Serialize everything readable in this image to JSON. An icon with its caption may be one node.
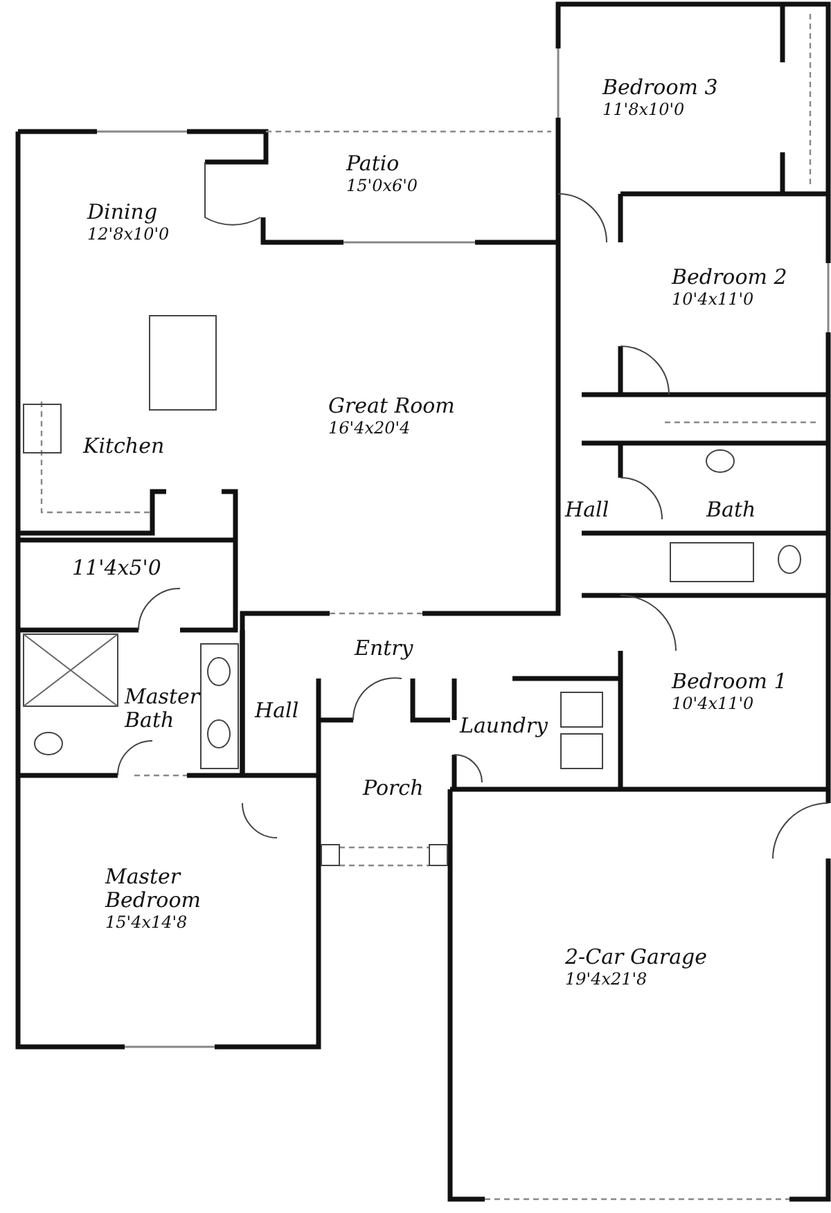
{
  "diagram": {
    "nodes": [
      {
        "text": [
          "Bedroom 3",
          "11'8x10'0"
        ]
      },
      {
        "text": [
          "Patio",
          "15'0x6'0"
        ]
      },
      {
        "text": [
          "Dining",
          "12'8x10'0"
        ]
      },
      {
        "text": [
          "Bedroom 2",
          "10'4x11'0"
        ]
      },
      {
        "text": [
          "Great Room",
          "16'4x20'4"
        ]
      },
      {
        "text": [
          "Kitchen"
        ]
      },
      {
        "text": [
          "Hall"
        ]
      },
      {
        "text": [
          "Bath"
        ]
      },
      {
        "text": [
          "11'4x5'0"
        ]
      },
      {
        "text": [
          "Entry"
        ]
      },
      {
        "text": [
          "Master Bath"
        ]
      },
      {
        "text": [
          "Hall"
        ]
      },
      {
        "text": [
          "Bedroom 1",
          "10'4x11'0"
        ]
      },
      {
        "text": [
          "Laundry"
        ]
      },
      {
        "text": [
          "Porch"
        ]
      },
      {
        "text": [
          "Master Bedroom",
          "15'4x14'8"
        ]
      },
      {
        "text": [
          "2-Car Garage",
          "19'4x21'8"
        ]
      }
    ]
  }
}
